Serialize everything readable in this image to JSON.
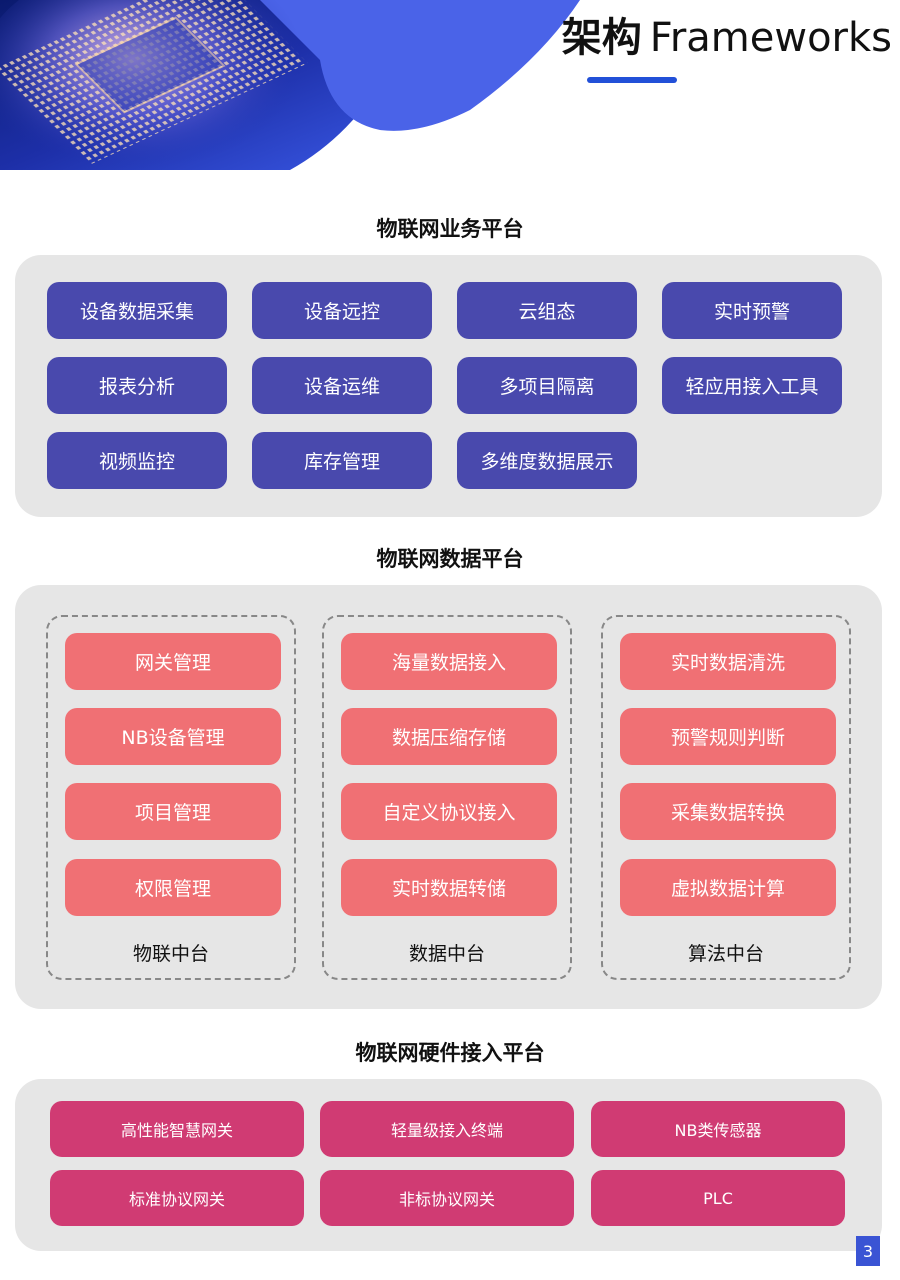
{
  "header": {
    "title_cn": "架构",
    "title_en": "Frameworks"
  },
  "business_platform": {
    "heading": "物联网业务平台",
    "items": [
      "设备数据采集",
      "设备远控",
      "云组态",
      "实时预警",
      "报表分析",
      "设备运维",
      "多项目隔离",
      "轻应用接入工具",
      "视频监控",
      "库存管理",
      "多维度数据展示"
    ]
  },
  "data_platform": {
    "heading": "物联网数据平台",
    "groups": [
      {
        "label": "物联中台",
        "items": [
          "网关管理",
          "NB设备管理",
          "项目管理",
          "权限管理"
        ]
      },
      {
        "label": "数据中台",
        "items": [
          "海量数据接入",
          "数据压缩存储",
          "自定义协议接入",
          "实时数据转储"
        ]
      },
      {
        "label": "算法中台",
        "items": [
          "实时数据清洗",
          "预警规则判断",
          "采集数据转换",
          "虚拟数据计算"
        ]
      }
    ]
  },
  "hardware_platform": {
    "heading": "物联网硬件接入平台",
    "items": [
      "高性能智慧网关",
      "轻量级接入终端",
      "NB类传感器",
      "标准协议网关",
      "非标协议网关",
      "PLC"
    ]
  },
  "page_number": "3",
  "colors": {
    "business_button": "#4949ad",
    "data_button": "#f07074",
    "hardware_button": "#d03b73",
    "panel": "#e6e6e6",
    "accent": "#2250d8"
  }
}
